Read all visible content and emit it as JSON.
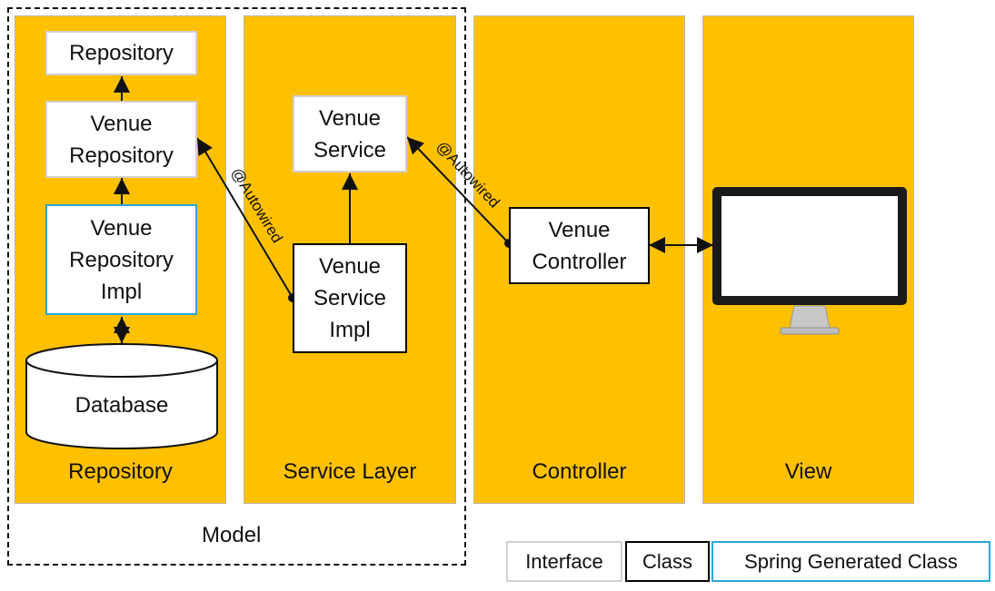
{
  "model": {
    "label": "Model"
  },
  "columns": {
    "repository": {
      "label": "Repository"
    },
    "service_layer": {
      "label": "Service Layer"
    },
    "controller": {
      "label": "Controller"
    },
    "view": {
      "label": "View"
    }
  },
  "nodes": {
    "repository_interface": {
      "lines": [
        "Repository"
      ],
      "kind": "interface"
    },
    "venue_repository": {
      "lines": [
        "Venue",
        "Repository"
      ],
      "kind": "interface"
    },
    "venue_repository_impl": {
      "lines": [
        "Venue",
        "Repository",
        "Impl"
      ],
      "kind": "spring-generated"
    },
    "database": {
      "label": "Database"
    },
    "venue_service": {
      "lines": [
        "Venue",
        "Service"
      ],
      "kind": "interface"
    },
    "venue_service_impl": {
      "lines": [
        "Venue",
        "Service",
        "Impl"
      ],
      "kind": "class"
    },
    "venue_controller": {
      "lines": [
        "Venue",
        "Controller"
      ],
      "kind": "class"
    }
  },
  "annotations": {
    "autowired_repository": "@Autowired",
    "autowired_service": "@Autowired"
  },
  "legend": {
    "interface": "Interface",
    "class": "Class",
    "spring_generated": "Spring Generated Class"
  },
  "icons": {
    "monitor": "monitor-icon"
  },
  "colors": {
    "column_fill": "#ffc000",
    "interface_border": "#d0d0d0",
    "class_border": "#000000",
    "spring_border": "#2aa7d6"
  }
}
